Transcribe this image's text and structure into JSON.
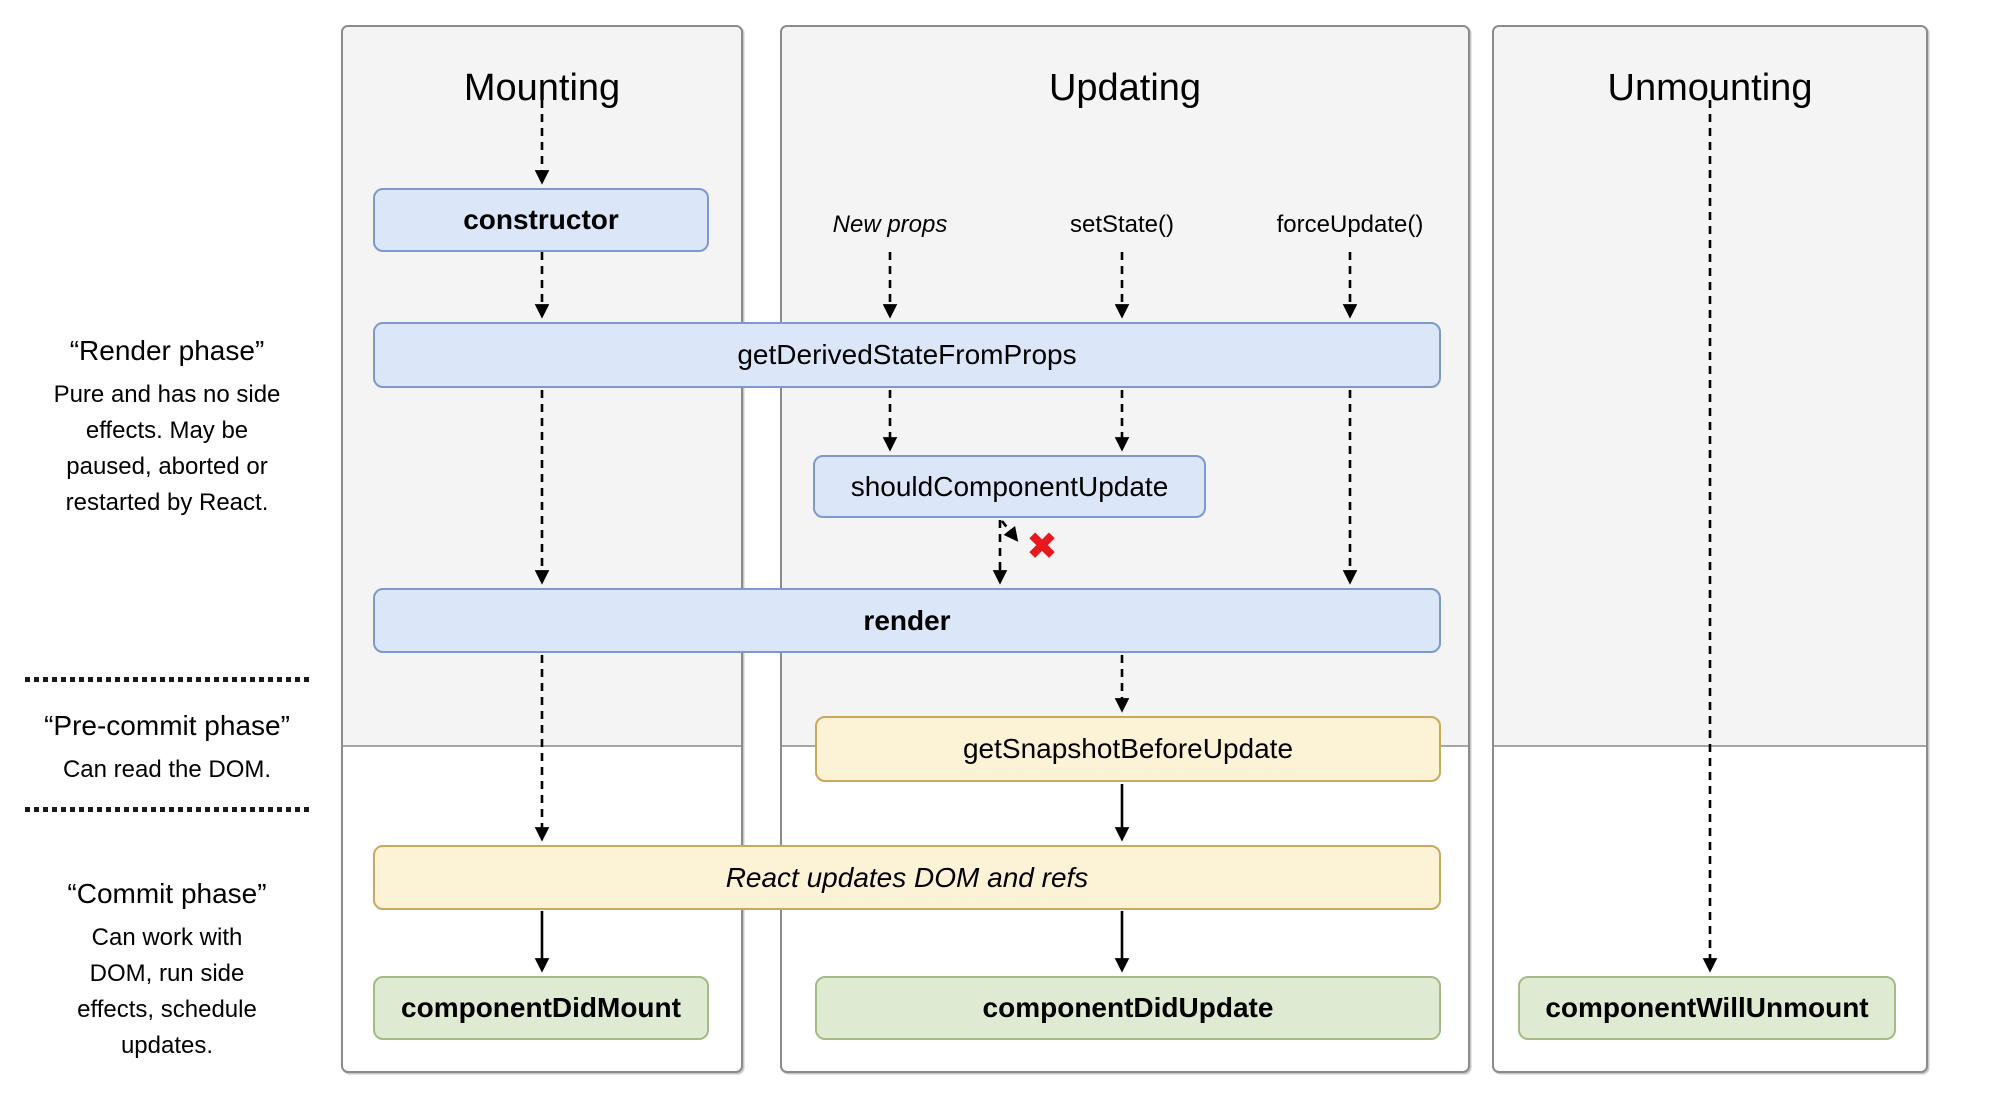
{
  "columns": {
    "mounting": {
      "title": "Mounting"
    },
    "updating": {
      "title": "Updating",
      "sources": {
        "new_props": "New props",
        "set_state": "setState()",
        "force_update": "forceUpdate()"
      }
    },
    "unmounting": {
      "title": "Unmounting"
    }
  },
  "phases": {
    "render": {
      "title": "“Render phase”",
      "description": "Pure and has no side effects. May be paused, aborted or restarted by React."
    },
    "pre_commit": {
      "title": "“Pre-commit phase”",
      "description": "Can read the DOM."
    },
    "commit": {
      "title": "“Commit phase”",
      "description": "Can work with DOM, run side effects, schedule updates."
    }
  },
  "boxes": {
    "constructor": "constructor",
    "get_derived_state_from_props": "getDerivedStateFromProps",
    "should_component_update": "shouldComponentUpdate",
    "render": "render",
    "get_snapshot_before_update": "getSnapshotBeforeUpdate",
    "react_updates_dom_and_refs": "React updates DOM and refs",
    "component_did_mount": "componentDidMount",
    "component_did_update": "componentDidUpdate",
    "component_will_unmount": "componentWillUnmount"
  },
  "icons": {
    "reject_x": "✖"
  },
  "colors": {
    "lifecycle_fill": "#dbe7f8",
    "lifecycle_border": "#7e99cc",
    "side_effect_fill": "#fcf3d7",
    "side_effect_border": "#c9a95e",
    "commit_fill": "#dfead2",
    "commit_border": "#a3bc85",
    "phase_bg": "#f4f4f4",
    "panel_border": "#8b8b8b",
    "arrow": "#000000",
    "reject_x": "#e8191c"
  }
}
